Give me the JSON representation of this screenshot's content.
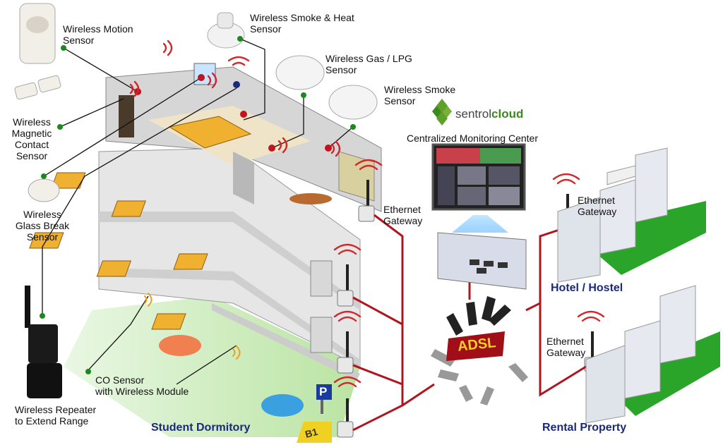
{
  "labels": {
    "motion": "Wireless Motion\nSensor",
    "smoke_heat": "Wireless Smoke & Heat\nSensor",
    "gas": "Wireless Gas / LPG\nSensor",
    "smoke": "Wireless Smoke\nSensor",
    "magnetic": "Wireless\nMagnetic\nContact\nSensor",
    "glass": "Wireless\nGlass Break\nSensor",
    "repeater": "Wireless Repeater\nto Extend Range",
    "co": "CO Sensor\nwith Wireless Module",
    "gateway_dorm": "Ethernet\nGateway",
    "gateway_hotel": "Ethernet\nGateway",
    "gateway_rental": "Ethernet\nGateway",
    "monitoring": "Centralized Monitoring Center",
    "adsl": "ADSL",
    "parking": "P",
    "floor": "B1"
  },
  "brand": {
    "part1": "sentrol",
    "part2": "cloud"
  },
  "titles": {
    "dorm": "Student Dormitory",
    "hotel": "Hotel / Hostel",
    "rental": "Rental Property"
  },
  "colors": {
    "brand_green": "#3a8a1e",
    "title_navy": "#1a2a78",
    "link_red": "#b0141e",
    "lawn_green": "#2aa52a",
    "bed_orange": "#f0b030"
  }
}
